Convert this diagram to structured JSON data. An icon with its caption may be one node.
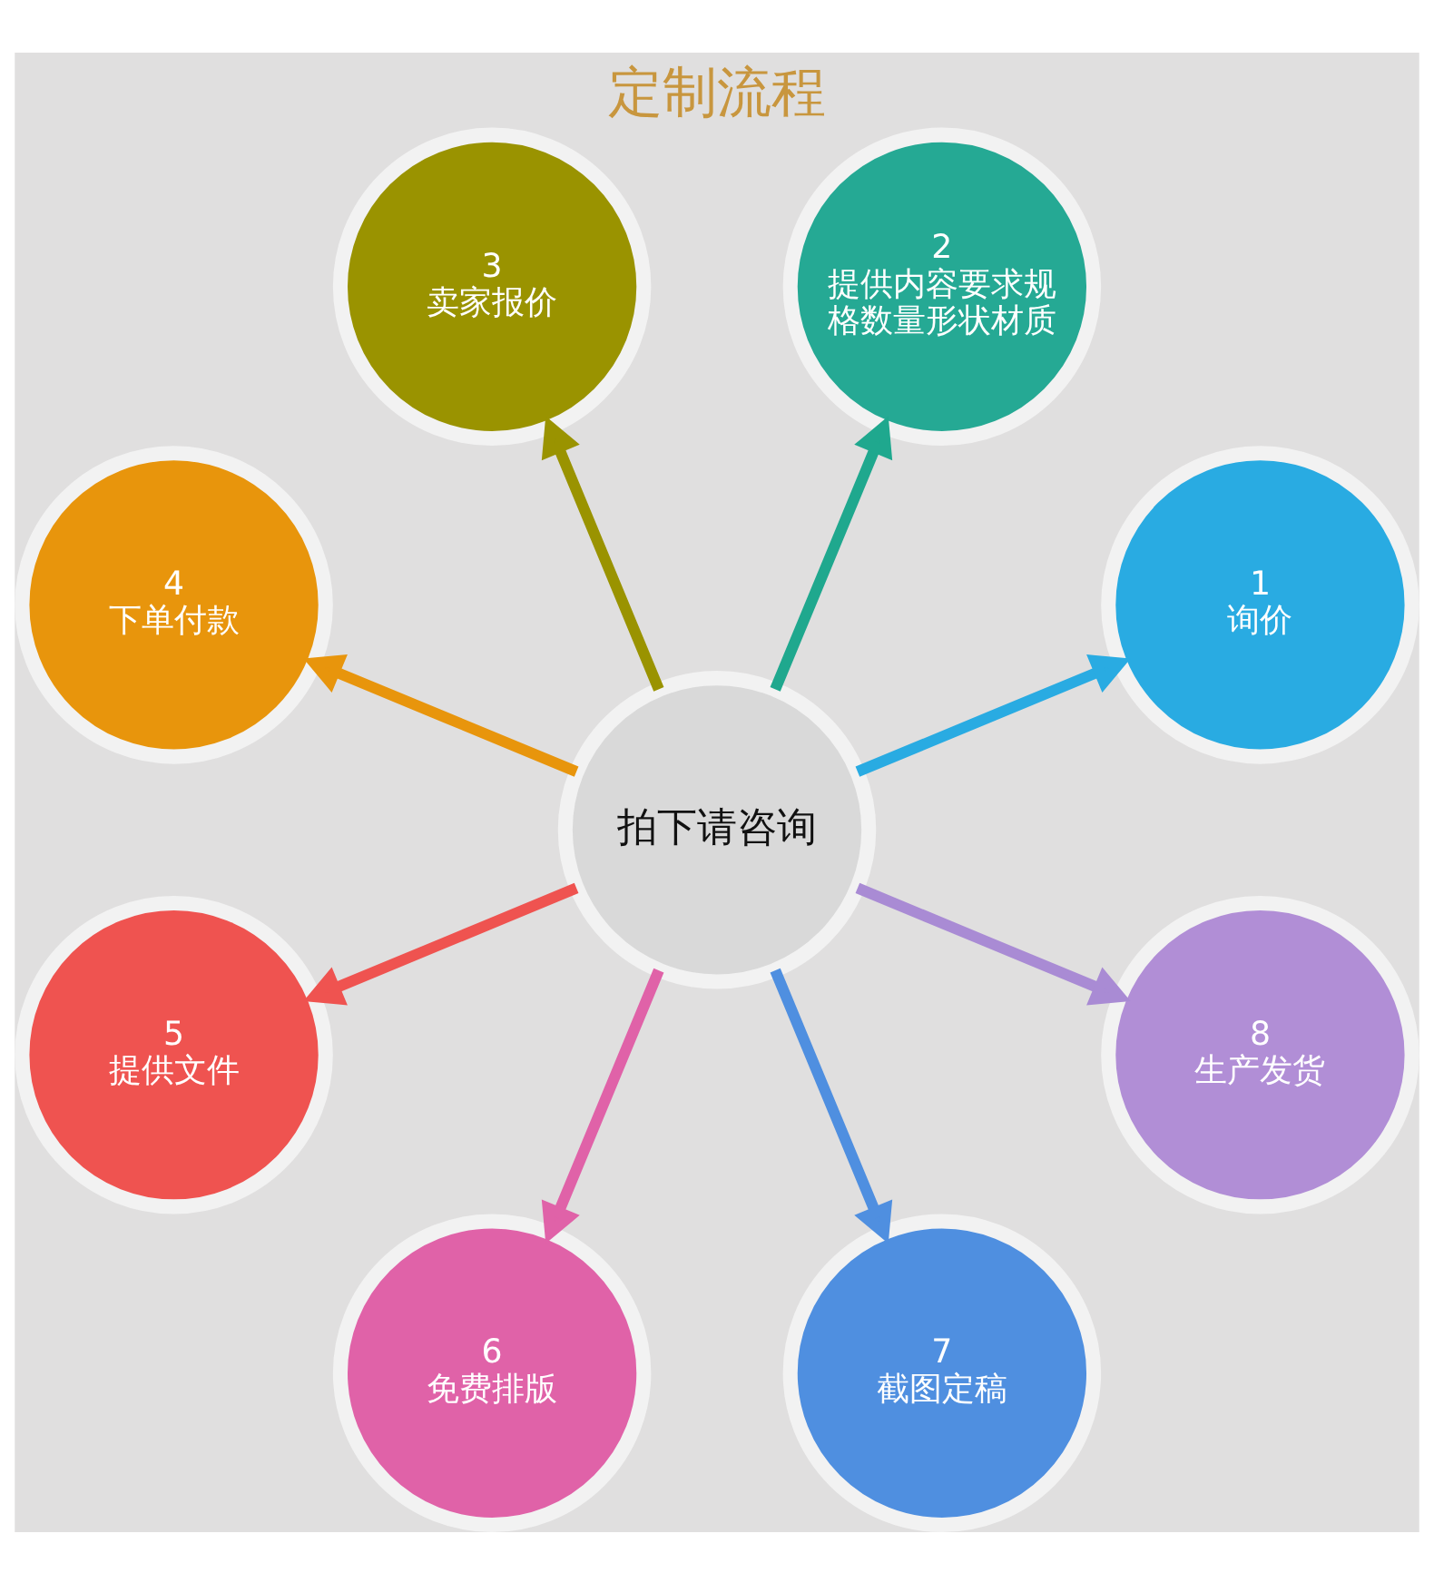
{
  "diagram": {
    "title": "定制流程",
    "nodes": [
      {
        "text": [
          "拍下请咨询"
        ]
      },
      {
        "text": [
          "1",
          "询价"
        ]
      },
      {
        "text": [
          "2",
          "提供内容要求规格数量形状材质"
        ]
      },
      {
        "text": [
          "3",
          "卖家报价"
        ]
      },
      {
        "text": [
          "4",
          "下单付款"
        ]
      },
      {
        "text": [
          "5",
          "提供文件"
        ]
      },
      {
        "text": [
          "6",
          "免费排版"
        ]
      },
      {
        "text": [
          "7",
          "截图定稿"
        ]
      },
      {
        "text": [
          "8",
          "生产发货"
        ]
      }
    ],
    "edges": [
      {
        "from": 0,
        "to": 1,
        "arrow": "to",
        "color": "#29abe2"
      },
      {
        "from": 0,
        "to": 2,
        "arrow": "to",
        "color": "#1fa88e"
      },
      {
        "from": 0,
        "to": 3,
        "arrow": "to",
        "color": "#9a9300"
      },
      {
        "from": 0,
        "to": 4,
        "arrow": "to",
        "color": "#e8950c"
      },
      {
        "from": 0,
        "to": 5,
        "arrow": "to",
        "color": "#ef5350"
      },
      {
        "from": 0,
        "to": 6,
        "arrow": "to",
        "color": "#e062a8"
      },
      {
        "from": 0,
        "to": 7,
        "arrow": "to",
        "color": "#4f8fe0"
      },
      {
        "from": 0,
        "to": 8,
        "arrow": "to",
        "color": "#a98bd4"
      }
    ]
  }
}
